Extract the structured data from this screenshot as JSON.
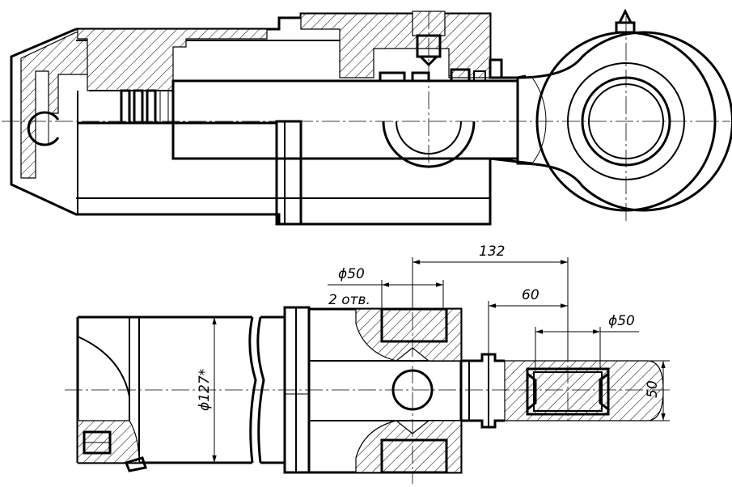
{
  "dimensions": {
    "d132": "132",
    "d60": "60",
    "dia50_top": "ϕ50",
    "holes": "2 отв.",
    "dia50_right": "ϕ50",
    "d50_vertical": "50",
    "dia127": "ϕ127*"
  },
  "colors": {
    "ink": "#000000",
    "paper": "#ffffff"
  }
}
